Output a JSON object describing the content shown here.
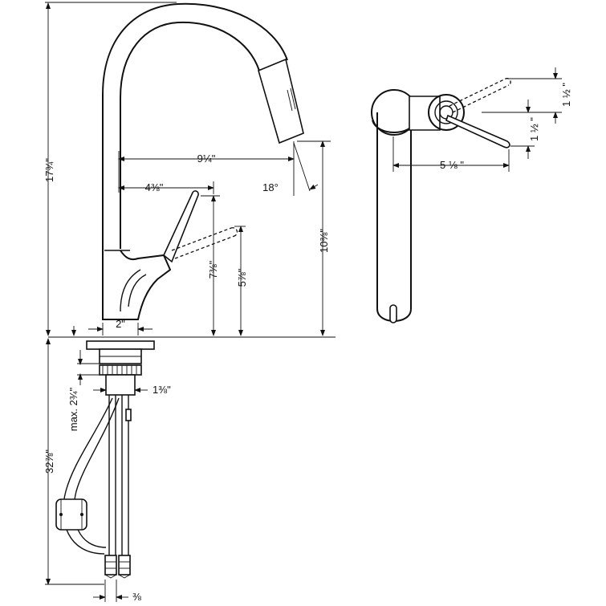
{
  "dimensions": {
    "total_height": "17¾\"",
    "spout_reach": "9¼\"",
    "handle_reach": "4⅜\"",
    "spray_angle": "18°",
    "spout_outlet_height": "10⅜\"",
    "handle_height_up": "7⅜\"",
    "handle_height_dashed": "5⅞\"",
    "base_diameter": "2\"",
    "shank_diameter": "1⅜\"",
    "max_deck_thickness": "max. 2¾\"",
    "below_deck_length": "32⅞\"",
    "supply_connection": "⅜",
    "top_view_handle_reach": "5 ⅛ \"",
    "top_view_offset_a": "1 ½ \"",
    "top_view_offset_b": "1 ½ \""
  }
}
